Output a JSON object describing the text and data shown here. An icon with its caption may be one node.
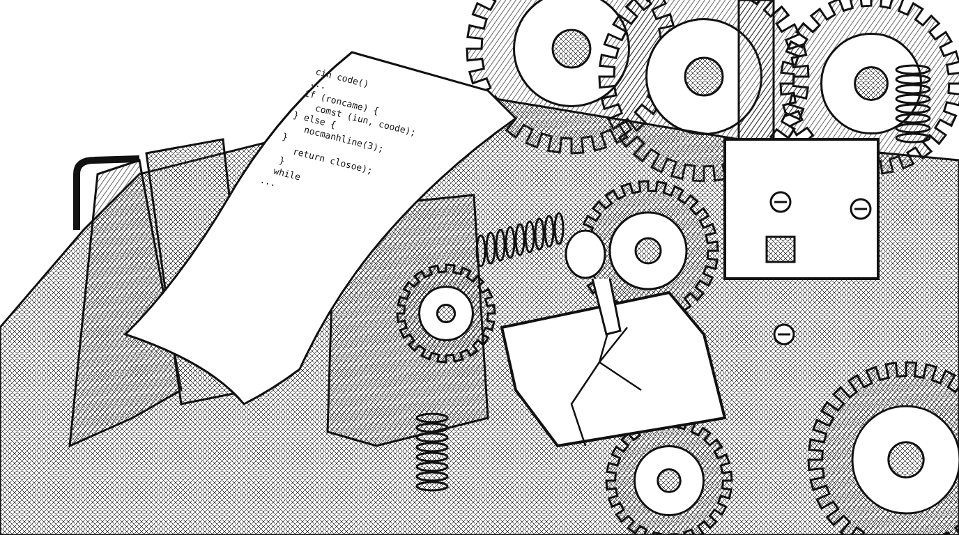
{
  "diagram": {
    "labels": [
      "cin code()",
      "...",
      "if (roncame) {",
      "comst (iun, coode);",
      "} else {",
      "nocmanhline(3);",
      "}",
      "return closoe);",
      "}",
      "while",
      "..."
    ]
  }
}
